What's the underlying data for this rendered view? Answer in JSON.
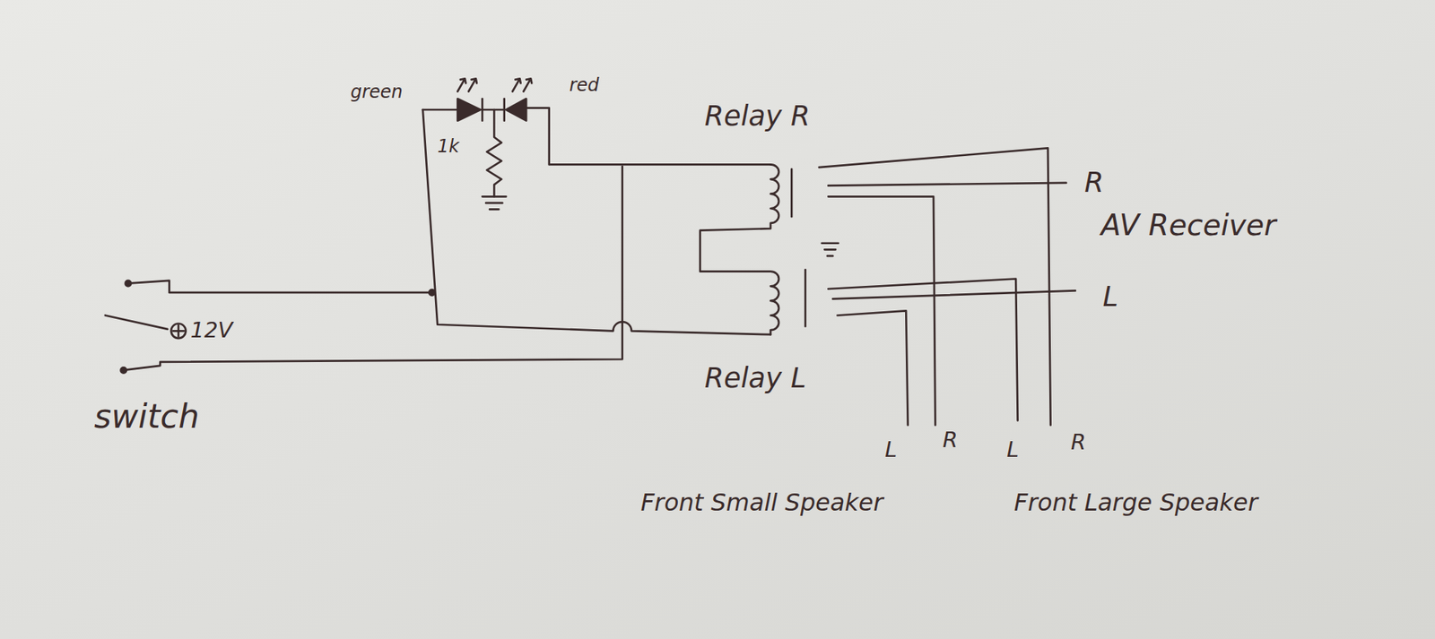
{
  "diagram": {
    "labels": [
      "green",
      "red",
      "1k",
      "Relay R",
      "R",
      "AV Receiver",
      "L",
      "12V",
      "switch",
      "Relay L",
      "L",
      "R",
      "L",
      "R",
      "Front Small Speaker",
      "Front Large Speaker"
    ]
  }
}
